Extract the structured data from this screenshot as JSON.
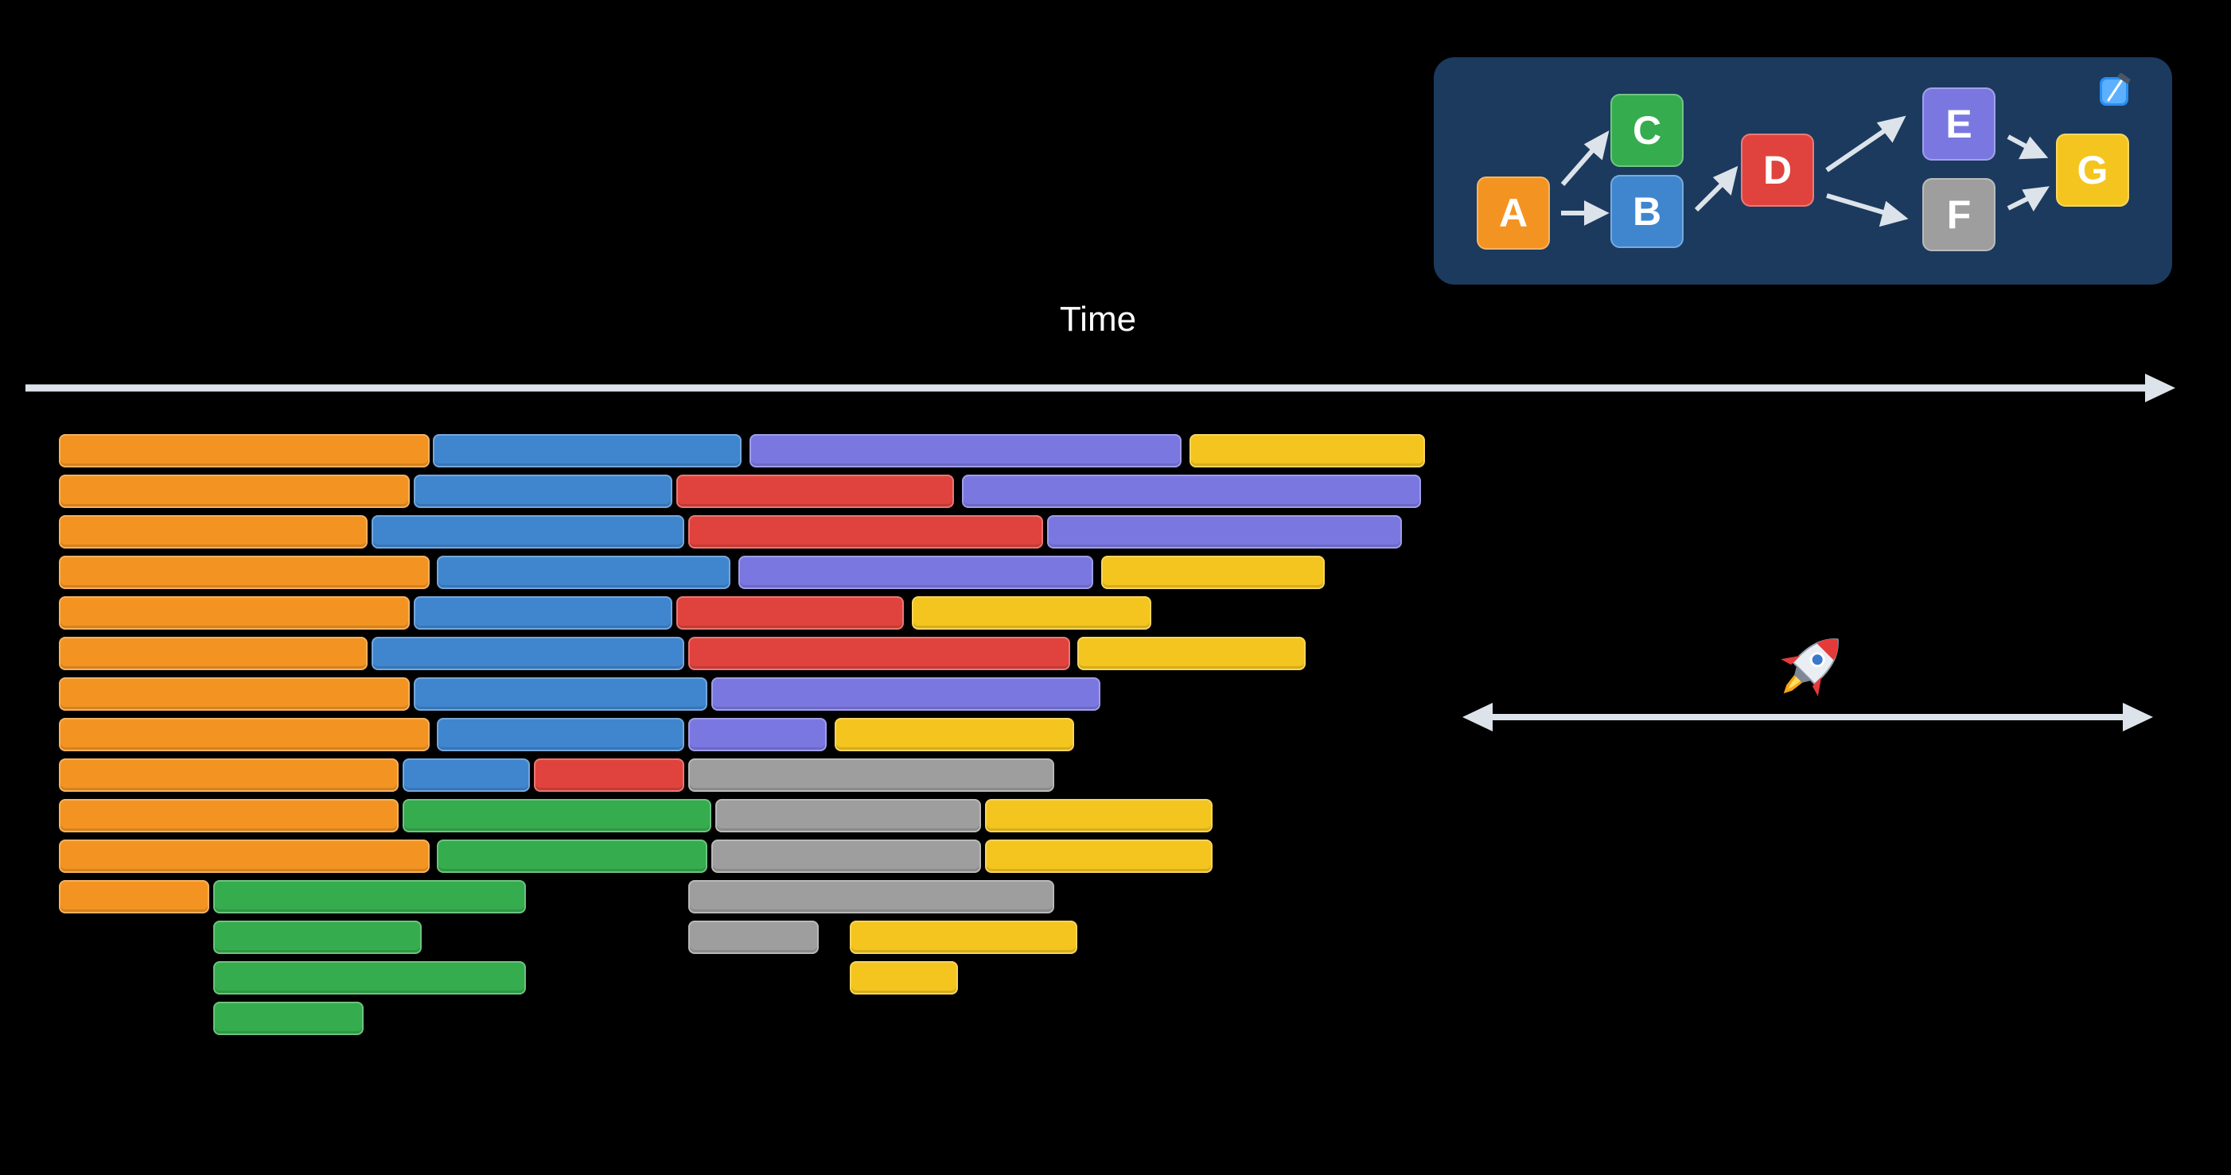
{
  "time_label": "Time",
  "colors": {
    "A": "#f39422",
    "B": "#3f86cf",
    "C": "#35ac4e",
    "D": "#e0433d",
    "E": "#7a78e0",
    "F": "#9e9e9e",
    "G": "#f4c51f",
    "panel": "#1b3a5e",
    "arrow": "#dde3ea"
  },
  "dag": {
    "nodes": [
      {
        "id": "A",
        "label": "A"
      },
      {
        "id": "B",
        "label": "B"
      },
      {
        "id": "C",
        "label": "C"
      },
      {
        "id": "D",
        "label": "D"
      },
      {
        "id": "E",
        "label": "E"
      },
      {
        "id": "F",
        "label": "F"
      },
      {
        "id": "G",
        "label": "G"
      }
    ],
    "edges": [
      [
        "A",
        "C"
      ],
      [
        "A",
        "B"
      ],
      [
        "B",
        "D"
      ],
      [
        "D",
        "E"
      ],
      [
        "D",
        "F"
      ],
      [
        "E",
        "G"
      ],
      [
        "F",
        "G"
      ]
    ]
  },
  "icons": {
    "corner": "xcode-icon",
    "speedup": "rocket-icon"
  },
  "chart_data": {
    "type": "timeline",
    "xlabel": "Time",
    "rows": [
      [
        [
          "A",
          0,
          9.6
        ],
        [
          "B",
          9.7,
          17.7
        ],
        [
          "E",
          17.9,
          29.1
        ],
        [
          "G",
          29.3,
          35.4
        ]
      ],
      [
        [
          "A",
          0,
          9.1
        ],
        [
          "B",
          9.2,
          15.9
        ],
        [
          "D",
          16.0,
          23.2
        ],
        [
          "E",
          23.4,
          35.3
        ]
      ],
      [
        [
          "A",
          0,
          8.0
        ],
        [
          "B",
          8.1,
          16.2
        ],
        [
          "D",
          16.3,
          25.5
        ],
        [
          "E",
          25.6,
          34.8
        ]
      ],
      [
        [
          "A",
          0,
          9.6
        ],
        [
          "B",
          9.8,
          17.4
        ],
        [
          "E",
          17.6,
          26.8
        ],
        [
          "G",
          27.0,
          32.8
        ]
      ],
      [
        [
          "A",
          0,
          9.1
        ],
        [
          "B",
          9.2,
          15.9
        ],
        [
          "D",
          16.0,
          21.9
        ],
        [
          "G",
          22.1,
          28.3
        ]
      ],
      [
        [
          "A",
          0,
          8.0
        ],
        [
          "B",
          8.1,
          16.2
        ],
        [
          "D",
          16.3,
          26.2
        ],
        [
          "G",
          26.4,
          32.3
        ]
      ],
      [
        [
          "A",
          0,
          9.1
        ],
        [
          "B",
          9.2,
          16.8
        ],
        [
          "E",
          16.9,
          27.0
        ]
      ],
      [
        [
          "A",
          0,
          9.6
        ],
        [
          "B",
          9.8,
          16.2
        ],
        [
          "E",
          16.3,
          19.9
        ],
        [
          "G",
          20.1,
          26.3
        ]
      ],
      [
        [
          "A",
          0,
          8.8
        ],
        [
          "B",
          8.9,
          12.2
        ],
        [
          "D",
          12.3,
          16.2
        ],
        [
          "F",
          16.3,
          25.8
        ]
      ],
      [
        [
          "A",
          0,
          8.8
        ],
        [
          "C",
          8.9,
          16.9
        ],
        [
          "F",
          17.0,
          23.9
        ],
        [
          "G",
          24.0,
          29.9
        ]
      ],
      [
        [
          "A",
          0,
          9.6
        ],
        [
          "C",
          9.8,
          16.8
        ],
        [
          "F",
          16.9,
          23.9
        ],
        [
          "G",
          24.0,
          29.9
        ]
      ],
      [
        [
          "A",
          0,
          3.9
        ],
        [
          "C",
          4.0,
          12.1
        ],
        [
          "F",
          16.3,
          25.8
        ]
      ],
      [
        [
          "C",
          4.0,
          9.4
        ],
        [
          "F",
          16.3,
          19.7
        ],
        [
          "G",
          20.5,
          26.4
        ]
      ],
      [
        [
          "C",
          4.0,
          12.1
        ],
        [
          "G",
          20.5,
          23.3
        ]
      ],
      [
        [
          "C",
          4.0,
          7.9
        ]
      ]
    ],
    "note": "Each bar is a task (color = DAG node) with start and end on a relative time scale; rows are parallel workers.",
    "speedup_span": [
      37.4,
      55.8
    ]
  }
}
